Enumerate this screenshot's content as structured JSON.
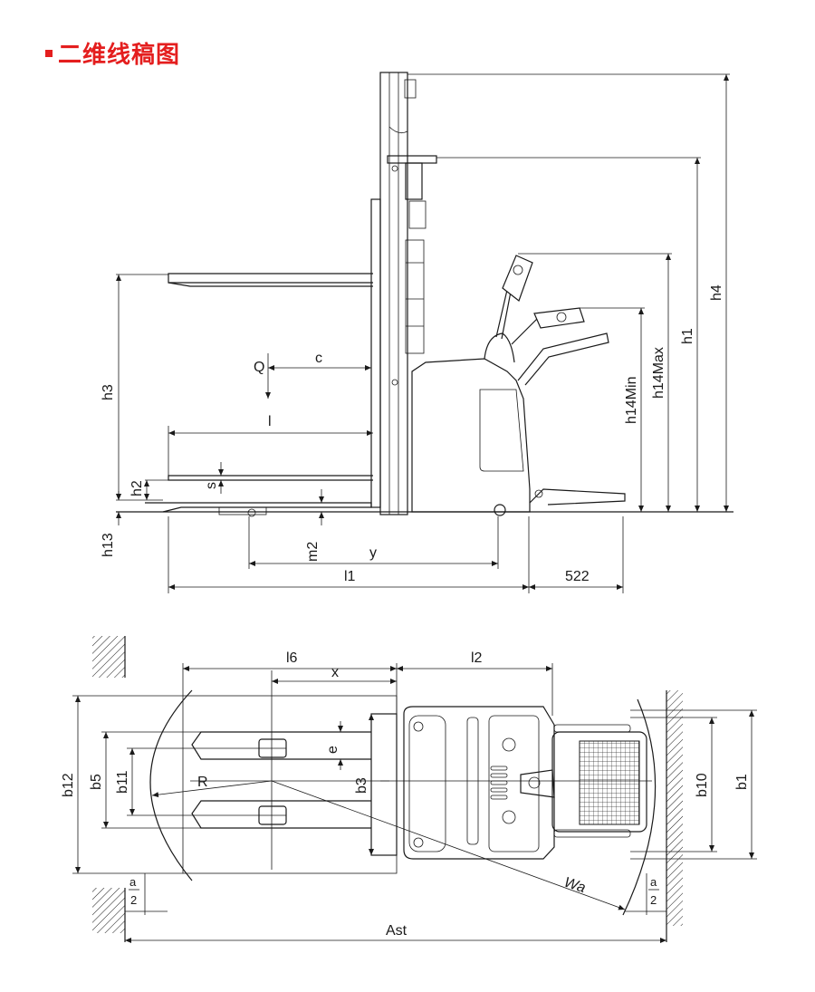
{
  "title": "二维线稿图",
  "side_view": {
    "labels": {
      "Q": "Q",
      "c": "c",
      "l": "l",
      "s": "s",
      "h2": "h2",
      "h3": "h3",
      "h13": "h13",
      "m2": "m2",
      "y": "y",
      "l1": "l1",
      "dim_522": "522",
      "h14min": "h14Min",
      "h14max": "h14Max",
      "h1": "h1",
      "h4": "h4"
    }
  },
  "top_view": {
    "labels": {
      "l6": "l6",
      "l2": "l2",
      "x": "x",
      "e": "e",
      "b12": "b12",
      "b5": "b5",
      "b11": "b11",
      "R": "R",
      "b3": "b3",
      "b10": "b10",
      "b1": "b1",
      "Wa": "Wa",
      "a_left": "a",
      "two_left": "2",
      "a_right": "a",
      "two_right": "2",
      "Ast": "Ast"
    }
  }
}
